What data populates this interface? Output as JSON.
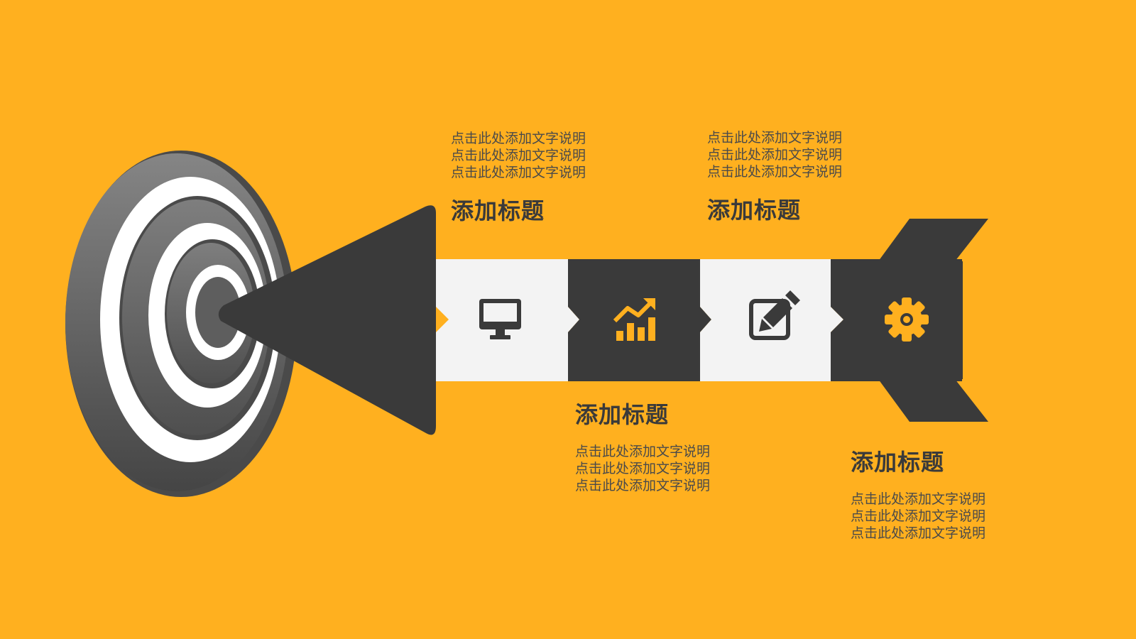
{
  "colors": {
    "background": "#FFB01F",
    "dark": "#3A3A3A",
    "light": "#F3F3F3",
    "accent": "#FFB01F"
  },
  "steps": [
    {
      "icon": "monitor-icon",
      "title": "添加标题",
      "lines": [
        "点击此处添加文字说明",
        "点击此处添加文字说明",
        "点击此处添加文字说明"
      ]
    },
    {
      "icon": "growth-chart-icon",
      "title": "添加标题",
      "lines": [
        "点击此处添加文字说明",
        "点击此处添加文字说明",
        "点击此处添加文字说明"
      ]
    },
    {
      "icon": "edit-icon",
      "title": "添加标题",
      "lines": [
        "点击此处添加文字说明",
        "点击此处添加文字说明",
        "点击此处添加文字说明"
      ]
    },
    {
      "icon": "gear-icon",
      "title": "添加标题",
      "lines": [
        "点击此处添加文字说明",
        "点击此处添加文字说明",
        "点击此处添加文字说明"
      ]
    }
  ]
}
